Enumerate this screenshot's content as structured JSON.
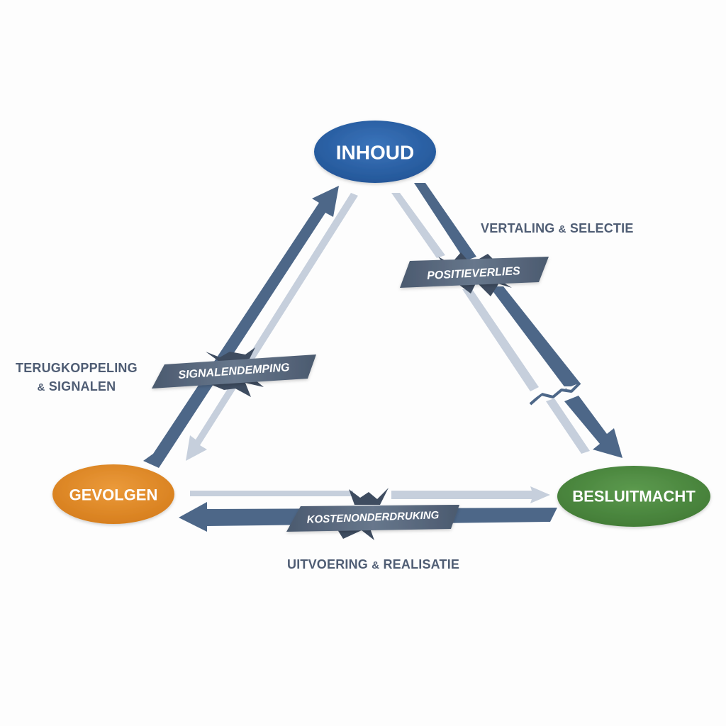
{
  "diagram": {
    "nodes": {
      "inhoud": {
        "label": "INHOUD",
        "color": "#2d62a6"
      },
      "besluitmacht": {
        "label": "BESLUITMACHT",
        "color": "#4f8a42"
      },
      "gevolgen": {
        "label": "GEVOLGEN",
        "color": "#e08a26"
      }
    },
    "edge_labels": {
      "top_right": {
        "line1_a": "VERTALING",
        "line1_amp": "&",
        "line1_b": "SELECTIE"
      },
      "left": {
        "line1": "TERUGKOPPELING",
        "line2_amp": "&",
        "line2_b": "SIGNALEN"
      },
      "bottom": {
        "line1_a": "UITVOERING",
        "line1_amp": "&",
        "line1_b": "REALISATIE"
      }
    },
    "breaks": {
      "right": {
        "label": "POSITIEVERLIES"
      },
      "left": {
        "label": "SIGNALENDEMPING"
      },
      "bottom": {
        "label": "KOSTENONDERDRUKING"
      }
    },
    "colors": {
      "strong_arrow": "#506987",
      "weak_arrow": "#c5cedb",
      "banner": "#5b6b80",
      "label_text": "#4f5d74"
    }
  }
}
